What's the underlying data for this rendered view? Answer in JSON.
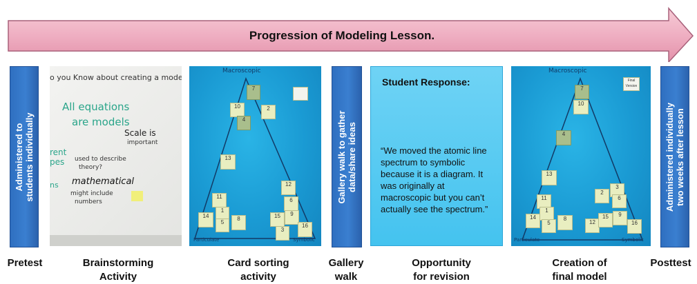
{
  "arrow": {
    "title": "Progression of Modeling Lesson."
  },
  "steps": [
    {
      "name": "pretest",
      "vertical_text": [
        "Administered to",
        "students individually"
      ],
      "label": [
        "Pretest"
      ]
    },
    {
      "name": "brainstorming",
      "label": [
        "Brainstorming",
        "Activity"
      ]
    },
    {
      "name": "card-sorting",
      "label": [
        "Card sorting",
        "activity"
      ]
    },
    {
      "name": "gallery-walk",
      "vertical_text": [
        "Gallery walk to gather",
        "data/share ideas"
      ],
      "label": [
        "Gallery",
        "walk"
      ]
    },
    {
      "name": "revision",
      "label": [
        "Opportunity",
        "for revision"
      ]
    },
    {
      "name": "final-model",
      "label": [
        "Creation of",
        "final model"
      ]
    },
    {
      "name": "posttest",
      "vertical_text": [
        "Administered individually",
        "two weeks after lesson"
      ],
      "label": [
        "Posttest"
      ]
    }
  ],
  "student_response": {
    "heading": "Student Response:",
    "quote": "“We moved the atomic line spectrum to symbolic because it is a diagram. It was originally at macroscopic but you can’t actually see the spectrum.”"
  },
  "whiteboard": {
    "lines": [
      "o you Know about creating a model?",
      "All equations",
      "are models",
      "Scale is",
      "important",
      "used to describe",
      "theory?",
      "mathematical",
      "might include",
      "numbers",
      "rent",
      "pes",
      "ns"
    ]
  },
  "card_sort": {
    "top_label": "Macroscopic",
    "left_label": "Particulate",
    "right_label": "Symbolic",
    "cards": [
      "7",
      "10",
      "2",
      "4",
      "13",
      "11",
      "12",
      "1",
      "6",
      "14",
      "5",
      "8",
      "15",
      "9",
      "16",
      "3"
    ]
  },
  "final_model": {
    "top_label": "Macroscopic",
    "left_label": "Particulate",
    "right_label": "Symbolic",
    "corner_note": "Final Version",
    "cards": [
      "7",
      "10",
      "4",
      "13",
      "3",
      "11",
      "2",
      "6",
      "1",
      "14",
      "5",
      "8",
      "12",
      "15",
      "9",
      "16"
    ]
  }
}
